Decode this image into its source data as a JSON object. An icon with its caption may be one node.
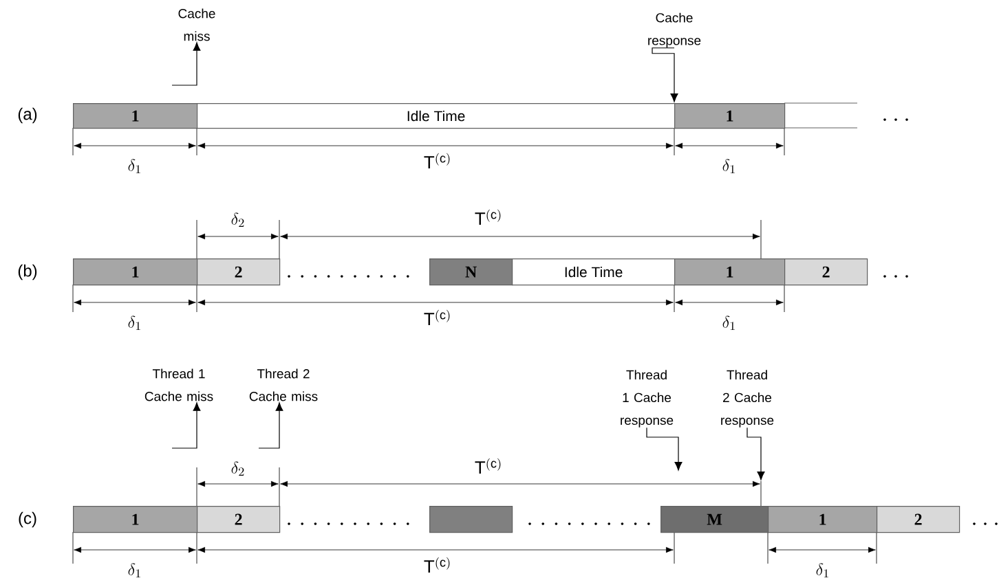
{
  "diagram": {
    "nodes": [
      {
        "text": [
          "Cache miss"
        ]
      },
      {
        "text": [
          "1"
        ]
      },
      {
        "text": [
          "Idle Time"
        ]
      },
      {
        "text": [
          "Cache response"
        ]
      },
      {
        "text": [
          "1"
        ]
      },
      {
        "text": [
          "1"
        ]
      },
      {
        "text": [
          "2"
        ]
      },
      {
        "text": [
          "N"
        ]
      },
      {
        "text": [
          "Idle Time"
        ]
      },
      {
        "text": [
          "1"
        ]
      },
      {
        "text": [
          "2"
        ]
      },
      {
        "text": [
          "Thread 1 Cache miss"
        ]
      },
      {
        "text": [
          "Thread 2 Cache miss"
        ]
      },
      {
        "text": [
          "Thread 1 Cache response"
        ]
      },
      {
        "text": [
          "Thread 2 Cache response"
        ]
      },
      {
        "text": [
          "1"
        ]
      },
      {
        "text": [
          "2"
        ]
      },
      {
        "text": [],
        "shape": "box"
      },
      {
        "text": [
          "M"
        ]
      },
      {
        "text": [
          "1"
        ]
      },
      {
        "text": [
          "2"
        ]
      }
    ],
    "edges": [
      {
        "from": null,
        "to": 0,
        "arrow": "to"
      },
      {
        "from": 3,
        "to": 4,
        "arrow": "to"
      },
      {
        "from": null,
        "to": 11,
        "arrow": "to"
      },
      {
        "from": null,
        "to": 12,
        "arrow": "to"
      },
      {
        "from": 13,
        "to": null,
        "arrow": "to"
      },
      {
        "from": 14,
        "to": null,
        "arrow": "to"
      }
    ],
    "labels": [
      "(a)",
      "\\delta_1",
      "\\mathrm{T}^{(\\mathrm{c})}",
      "\\delta_1",
      "\\delta_2",
      "\\mathrm{T}^{(\\mathrm{c})}",
      "(b)",
      "\\delta_1",
      "\\mathrm{T}^{(\\mathrm{c})}",
      "\\delta_1",
      "\\delta_2",
      "\\mathrm{T}^{(\\mathrm{c})}",
      "(c)",
      "\\delta_1",
      "\\mathrm{T}^{(\\mathrm{c})}",
      "\\delta_1"
    ]
  }
}
